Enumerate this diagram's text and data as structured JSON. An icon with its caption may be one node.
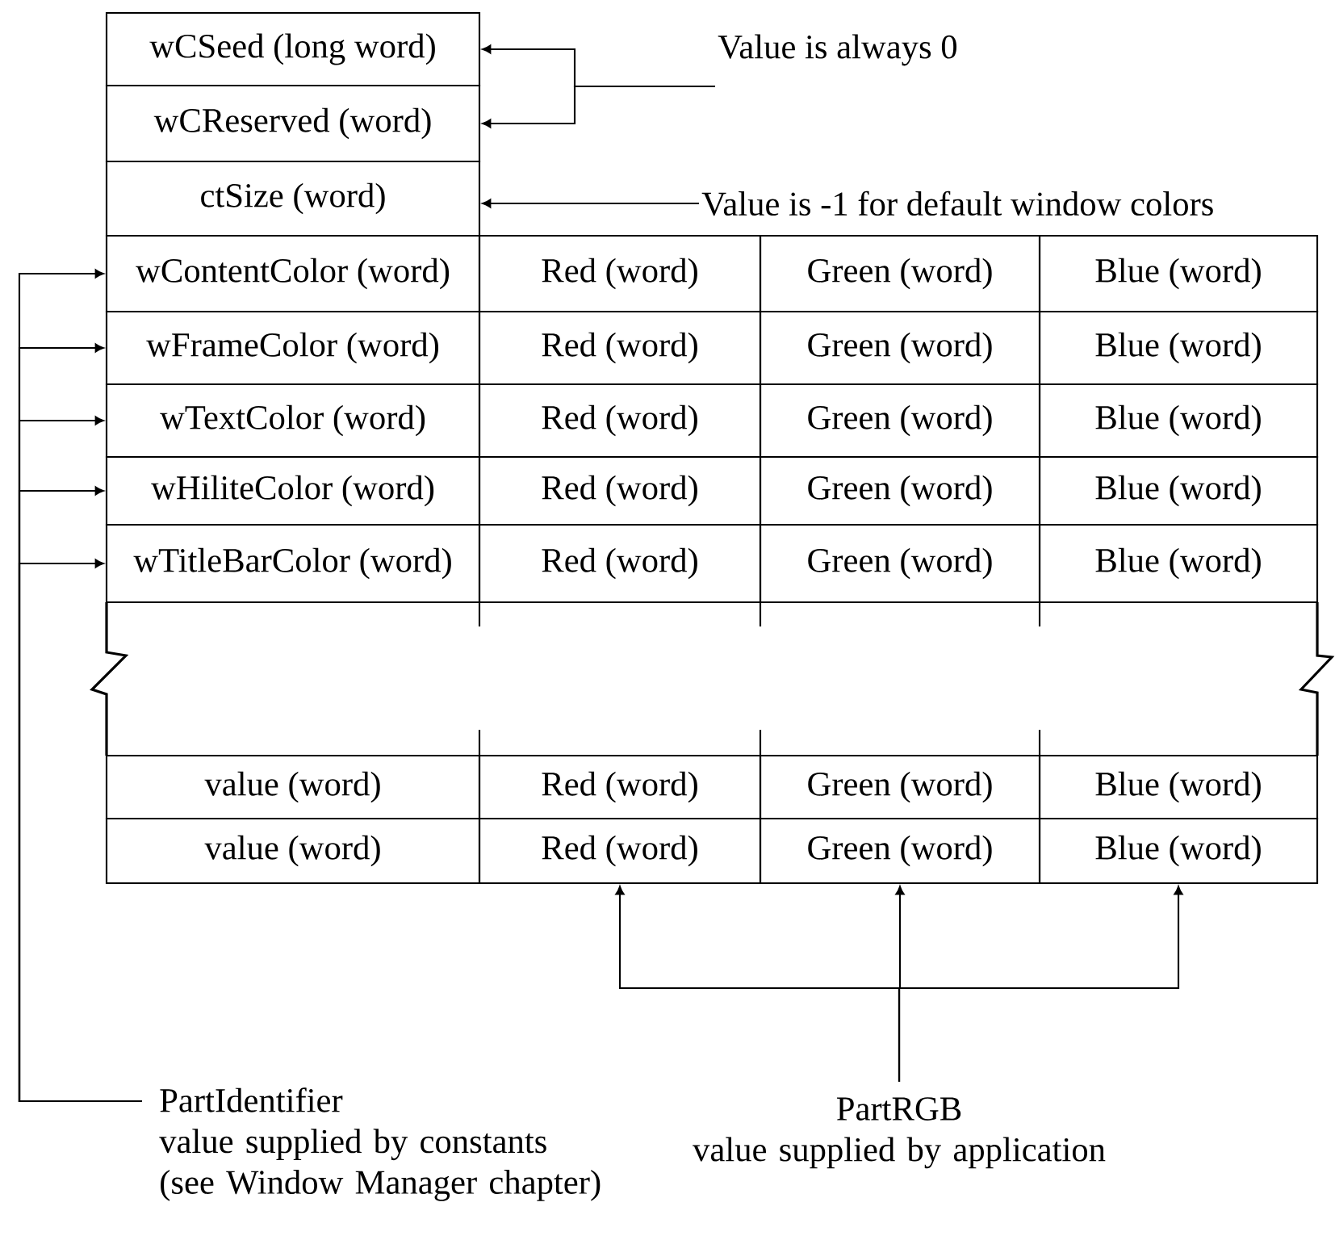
{
  "diagram": {
    "nodes": [
      {
        "text": [
          "wCSeed (long word)"
        ]
      },
      {
        "text": [
          "wCReserved (word)"
        ]
      },
      {
        "text": [
          "ctSize (word)"
        ]
      },
      {
        "text": [
          "Value is always 0"
        ]
      },
      {
        "text": [
          "Value is -1 for default window colors"
        ]
      },
      {
        "text": [
          "wContentColor (word)"
        ]
      },
      {
        "text": [
          "Red (word)"
        ]
      },
      {
        "text": [
          "Green (word)"
        ]
      },
      {
        "text": [
          "Blue (word)"
        ]
      },
      {
        "text": [
          "wFrameColor (word)"
        ]
      },
      {
        "text": [
          "Red (word)"
        ]
      },
      {
        "text": [
          "Green (word)"
        ]
      },
      {
        "text": [
          "Blue (word)"
        ]
      },
      {
        "text": [
          "wTextColor (word)"
        ]
      },
      {
        "text": [
          "Red (word)"
        ]
      },
      {
        "text": [
          "Green (word)"
        ]
      },
      {
        "text": [
          "Blue (word)"
        ]
      },
      {
        "text": [
          "wHiliteColor (word)"
        ]
      },
      {
        "text": [
          "Red (word)"
        ]
      },
      {
        "text": [
          "Green (word)"
        ]
      },
      {
        "text": [
          "Blue (word)"
        ]
      },
      {
        "text": [
          "wTitleBarColor (word)"
        ]
      },
      {
        "text": [
          "Red (word)"
        ]
      },
      {
        "text": [
          "Green (word)"
        ]
      },
      {
        "text": [
          "Blue (word)"
        ]
      },
      {
        "text": [
          "value (word)"
        ]
      },
      {
        "text": [
          "Red (word)"
        ]
      },
      {
        "text": [
          "Green (word)"
        ]
      },
      {
        "text": [
          "Blue (word)"
        ]
      },
      {
        "text": [
          "value (word)"
        ]
      },
      {
        "text": [
          "Red (word)"
        ]
      },
      {
        "text": [
          "Green (word)"
        ]
      },
      {
        "text": [
          "Blue (word)"
        ]
      },
      {
        "text": [
          "PartIdentifier",
          "value supplied by constants (see Window Manager chapter)"
        ]
      },
      {
        "text": [
          "PartRGB",
          "value supplied by application"
        ]
      }
    ],
    "edges": [
      {
        "from": 3,
        "to": 0,
        "arrow": "to"
      },
      {
        "from": 3,
        "to": 1,
        "arrow": "to"
      },
      {
        "from": 4,
        "to": 2,
        "arrow": "to"
      },
      {
        "from": 33,
        "to": 5,
        "arrow": "to"
      },
      {
        "from": 33,
        "to": 9,
        "arrow": "to"
      },
      {
        "from": 33,
        "to": 13,
        "arrow": "to"
      },
      {
        "from": 33,
        "to": 17,
        "arrow": "to"
      },
      {
        "from": 33,
        "to": 21,
        "arrow": "to"
      },
      {
        "from": 34,
        "to": 30,
        "arrow": "to"
      },
      {
        "from": 34,
        "to": 31,
        "arrow": "to"
      },
      {
        "from": 34,
        "to": 32,
        "arrow": "to"
      }
    ]
  }
}
